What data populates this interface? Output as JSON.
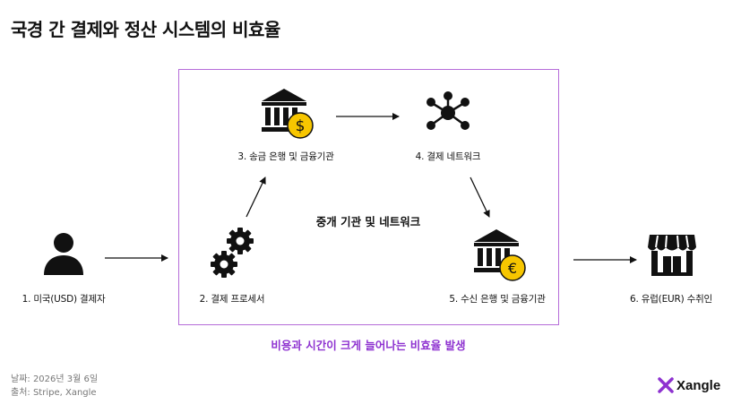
{
  "title": "국경 간 결제와 정산 시스템의 비효율",
  "intermediary_label": "중개 기관 및 네트워크",
  "highlight": "비용과 시간이 크게 늘어나는 비효율 발생",
  "nodes": [
    {
      "label": "1. 미국(USD) 결제자",
      "icon": "person-icon"
    },
    {
      "label": "2. 결제 프로세서",
      "icon": "gears-icon"
    },
    {
      "label": "3. 송금 은행 및 금융기관",
      "icon": "bank-dollar-icon"
    },
    {
      "label": "4. 결제 네트워크",
      "icon": "network-icon"
    },
    {
      "label": "5. 수신 은행 및 금융기관",
      "icon": "bank-euro-icon"
    },
    {
      "label": "6. 유럽(EUR) 수취인",
      "icon": "storefront-icon"
    }
  ],
  "footer": {
    "date": "날짜: 2026년 3월 6일",
    "source": "출처: Stripe, Xangle"
  },
  "brand": {
    "name": "Xangle",
    "accent_color": "#8e32d0"
  },
  "colors": {
    "box_border": "#b56cd9",
    "coin": "#f7c600",
    "icon": "#111111"
  }
}
